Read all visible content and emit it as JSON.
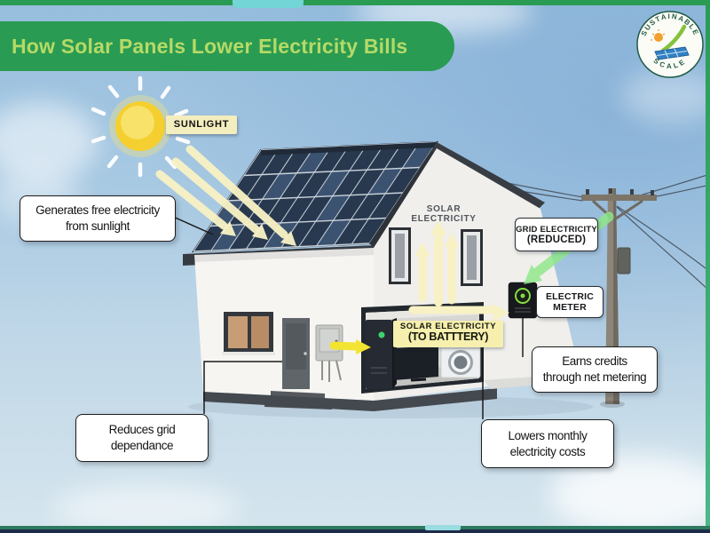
{
  "header": {
    "title": "How Solar Panels Lower Electricity Bills"
  },
  "logo": {
    "arc_top": "SUSTAINABLE",
    "arc_bottom": "SCALE"
  },
  "scene": {
    "sunlight_tag": "SUNLIGHT",
    "gable_label": "SOLAR ELECTRICITY",
    "grid_electricity": {
      "line1": "GRID ELECTRICITY",
      "line2": "(REDUCED)"
    },
    "electric_meter": {
      "line1": "ELECTRIC",
      "line2": "METER"
    },
    "battery_tag": {
      "line1": "SOLAR ELECTRICITY",
      "line2": "(TO BATTTERY)"
    }
  },
  "callouts": {
    "generates": "Generates free electricity\nfrom sunlight",
    "earns_credits": "Earns credits\nthrough net metering",
    "reduces_grid": "Reduces grid\ndependance",
    "lowers_costs": "Lowers monthly\nelectricity costs"
  },
  "colors": {
    "banner_green": "#2a9b52",
    "title_text": "#b5da67",
    "beam_cream": "#f8f1c4",
    "grid_arrow_green": "#8fe88a",
    "sun_yellow": "#f4cf2f",
    "panel_navy": "#28394f"
  }
}
